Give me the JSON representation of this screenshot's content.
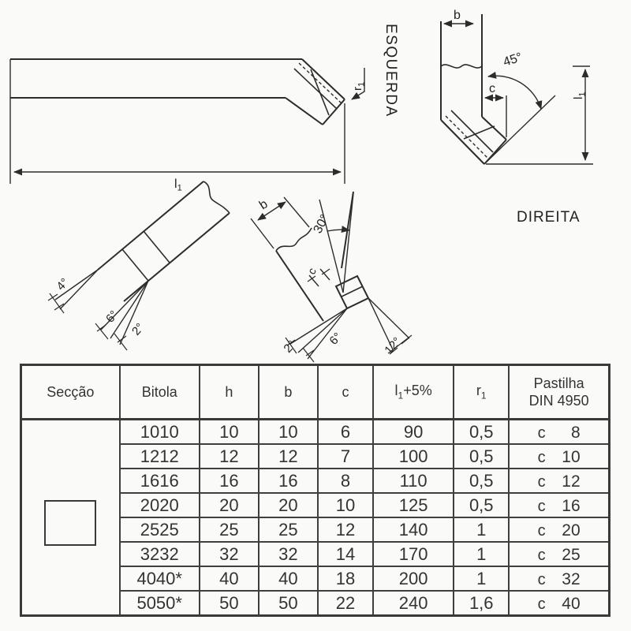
{
  "canvas": {
    "background": "#fafaf8",
    "ink": "#2c2c2c"
  },
  "drawings": {
    "side_view": {
      "handed_label": "ESQUERDA",
      "l1_base": "l",
      "l1_sub": "1",
      "r1_base": "r",
      "r1_sub": "1"
    },
    "corner_view": {
      "handed_label": "DIREITA",
      "b": "b",
      "c": "c",
      "angle_45": "45°",
      "l1_base": "l",
      "l1_sub": "1"
    },
    "front_view": {
      "angle_4": "4°",
      "angle_6": "6°",
      "angle_2": "2°"
    },
    "top_view": {
      "b": "b",
      "c": "c",
      "angle_30": "30°",
      "angle_2": "2°",
      "angle_6": "6°",
      "angle_12": "12°"
    }
  },
  "table": {
    "headers": {
      "seccao": "Secção",
      "bitola": "Bitola",
      "h": "h",
      "b": "b",
      "c": "c",
      "l1_base": "l",
      "l1_sub": "1",
      "l1_rest": "+5%",
      "r1_base": "r",
      "r1_sub": "1",
      "pastilha_line1": "Pastilha",
      "pastilha_line2": "DIN 4950"
    },
    "rows": [
      {
        "bitola": "1010",
        "h": "10",
        "b": "10",
        "c": "6",
        "l1": "90",
        "r1": "0,5",
        "p_letter": "c",
        "p_size": "8"
      },
      {
        "bitola": "1212",
        "h": "12",
        "b": "12",
        "c": "7",
        "l1": "100",
        "r1": "0,5",
        "p_letter": "c",
        "p_size": "10"
      },
      {
        "bitola": "1616",
        "h": "16",
        "b": "16",
        "c": "8",
        "l1": "110",
        "r1": "0,5",
        "p_letter": "c",
        "p_size": "12"
      },
      {
        "bitola": "2020",
        "h": "20",
        "b": "20",
        "c": "10",
        "l1": "125",
        "r1": "0,5",
        "p_letter": "c",
        "p_size": "16"
      },
      {
        "bitola": "2525",
        "h": "25",
        "b": "25",
        "c": "12",
        "l1": "140",
        "r1": "1",
        "p_letter": "c",
        "p_size": "20"
      },
      {
        "bitola": "3232",
        "h": "32",
        "b": "32",
        "c": "14",
        "l1": "170",
        "r1": "1",
        "p_letter": "c",
        "p_size": "25"
      },
      {
        "bitola": "4040*",
        "h": "40",
        "b": "40",
        "c": "18",
        "l1": "200",
        "r1": "1",
        "p_letter": "c",
        "p_size": "32"
      },
      {
        "bitola": "5050*",
        "h": "50",
        "b": "50",
        "c": "22",
        "l1": "240",
        "r1": "1,6",
        "p_letter": "c",
        "p_size": "40"
      }
    ]
  }
}
